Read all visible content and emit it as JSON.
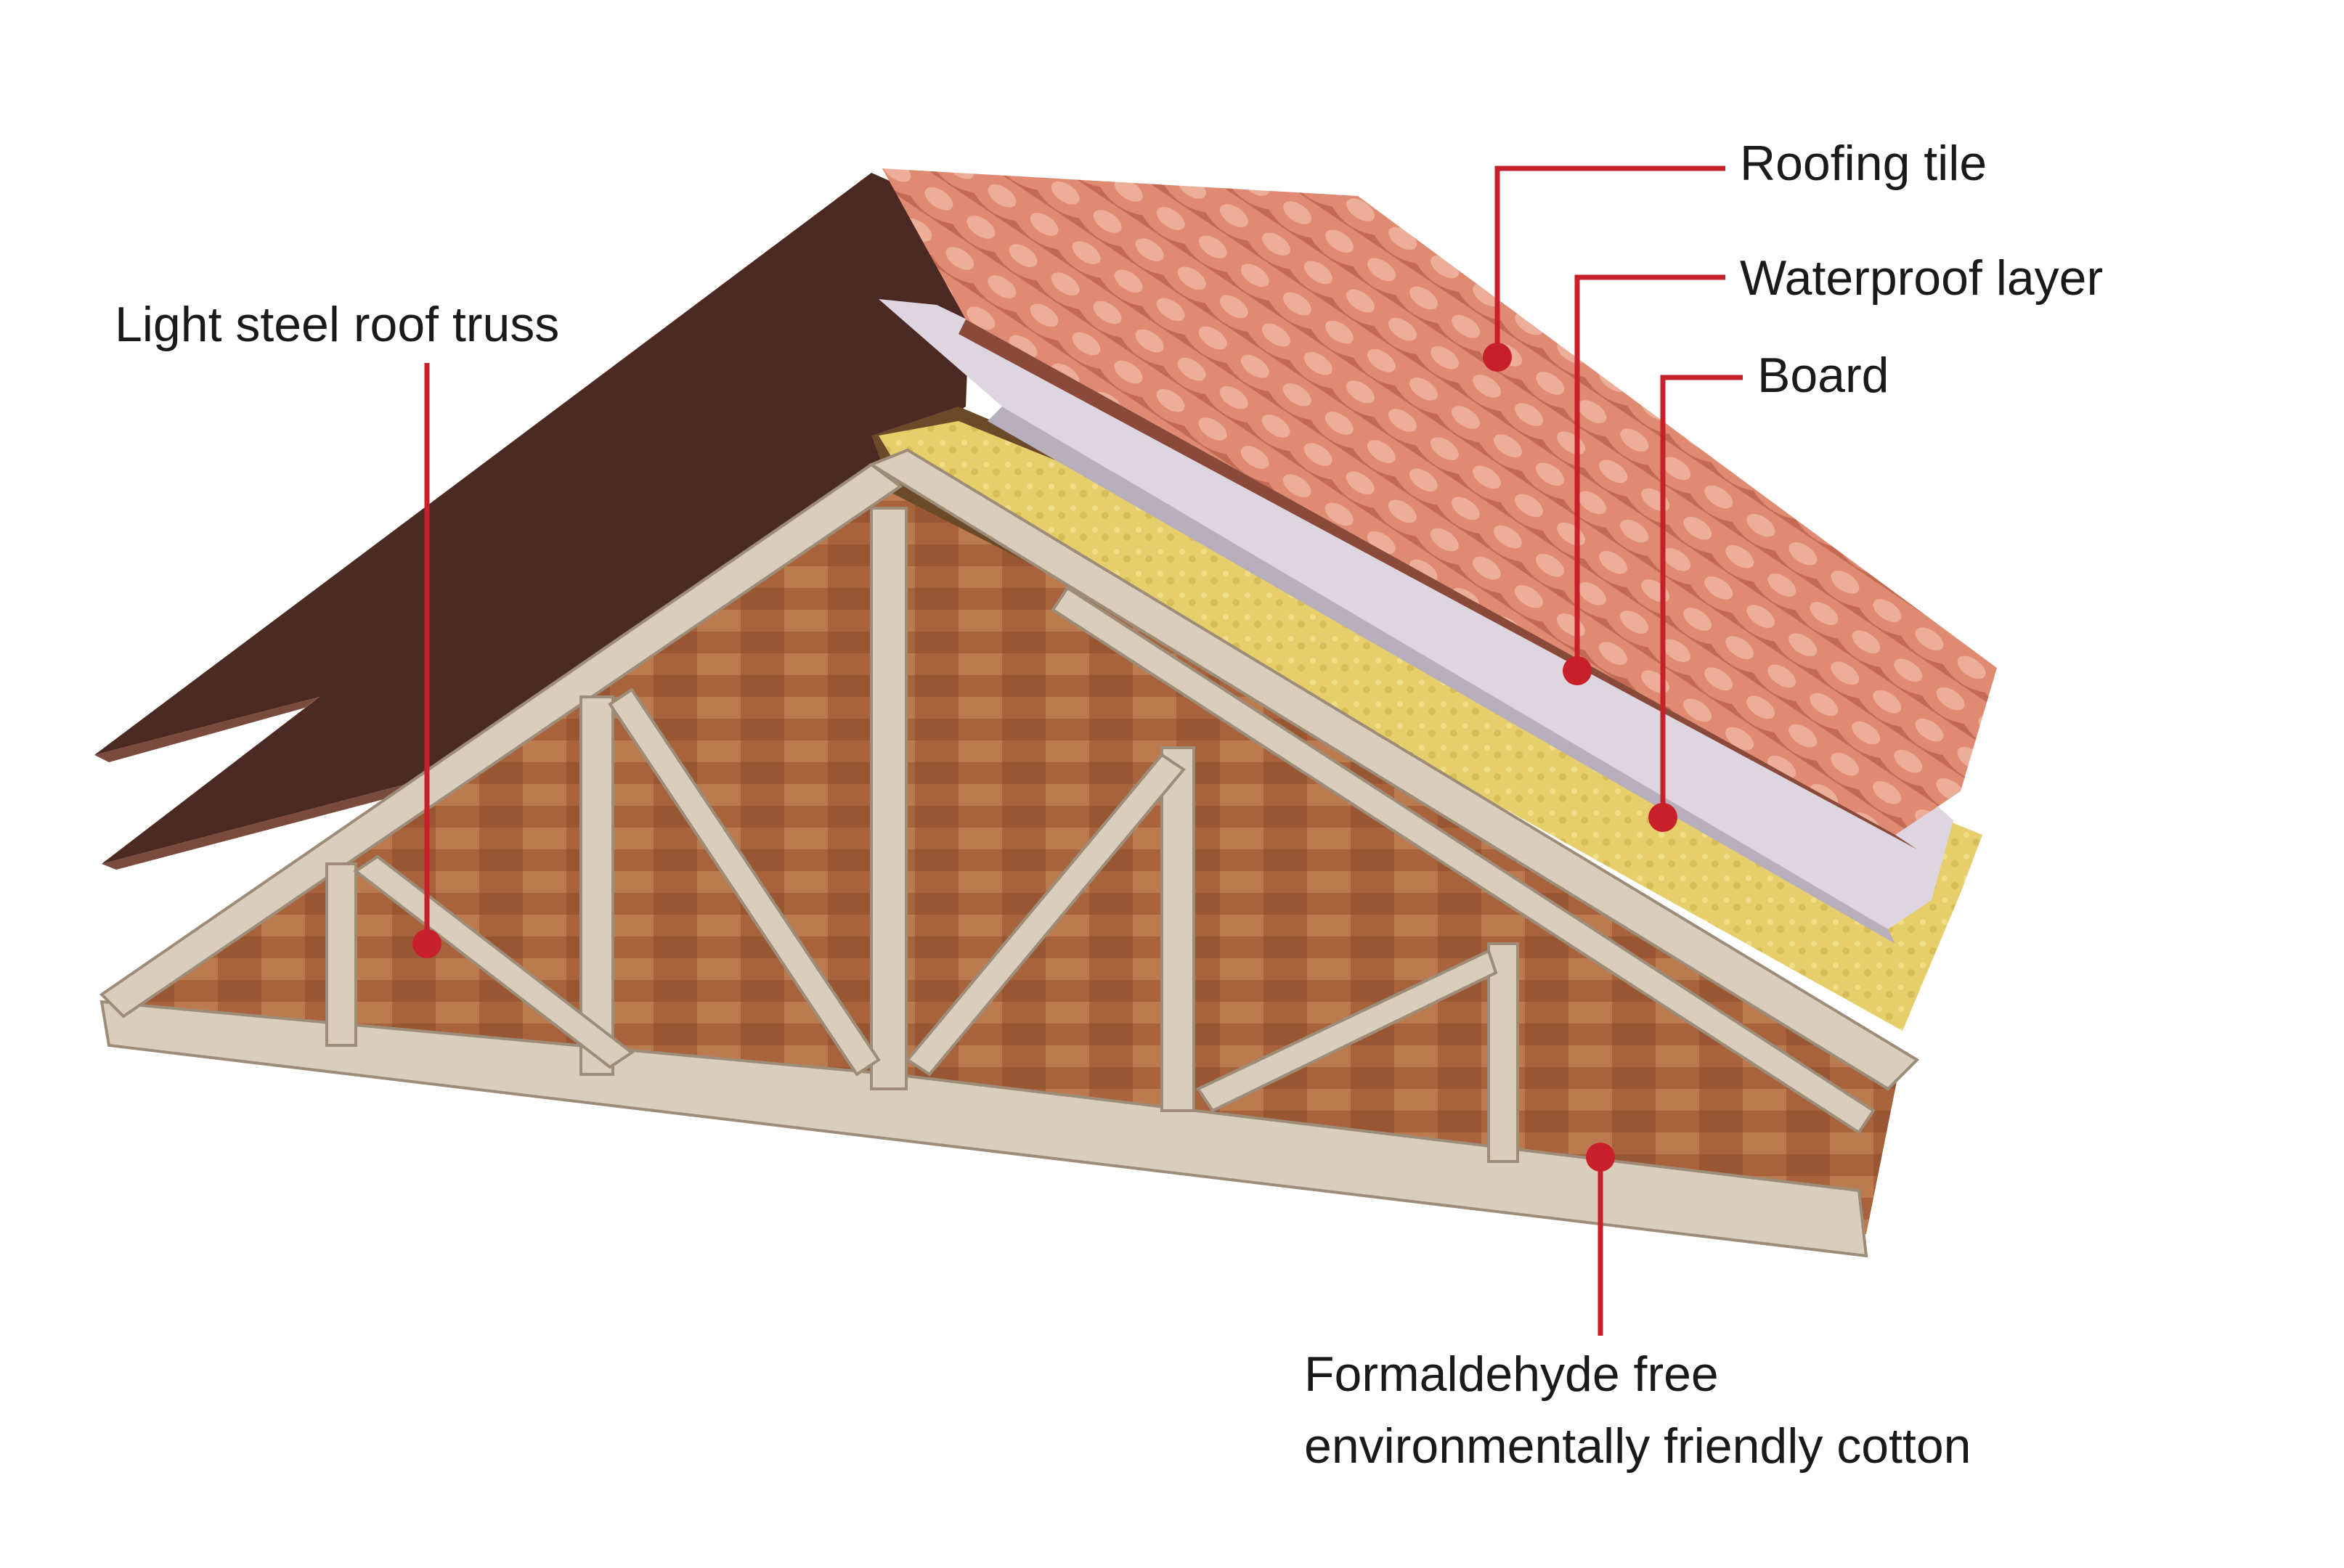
{
  "labels": {
    "roofing_tile": "Roofing tile",
    "waterproof_layer": "Waterproof layer",
    "board": "Board",
    "light_steel_roof_truss": "Light steel roof truss",
    "cotton_line1": "Formaldehyde free",
    "cotton_line2": "environmentally friendly cotton"
  },
  "colors": {
    "callout_red": "#c8202b",
    "tile": "#e08a72",
    "tile_shadow": "#c56a52",
    "shingle_dark": "#4a2a22",
    "waterproof": "#ddd6e0",
    "board": "#6b4a2a",
    "cotton": "#e6cf6a",
    "truss": "#d9cdbb",
    "truss_shadow": "#9c8c78",
    "floor": "#a8633c"
  }
}
